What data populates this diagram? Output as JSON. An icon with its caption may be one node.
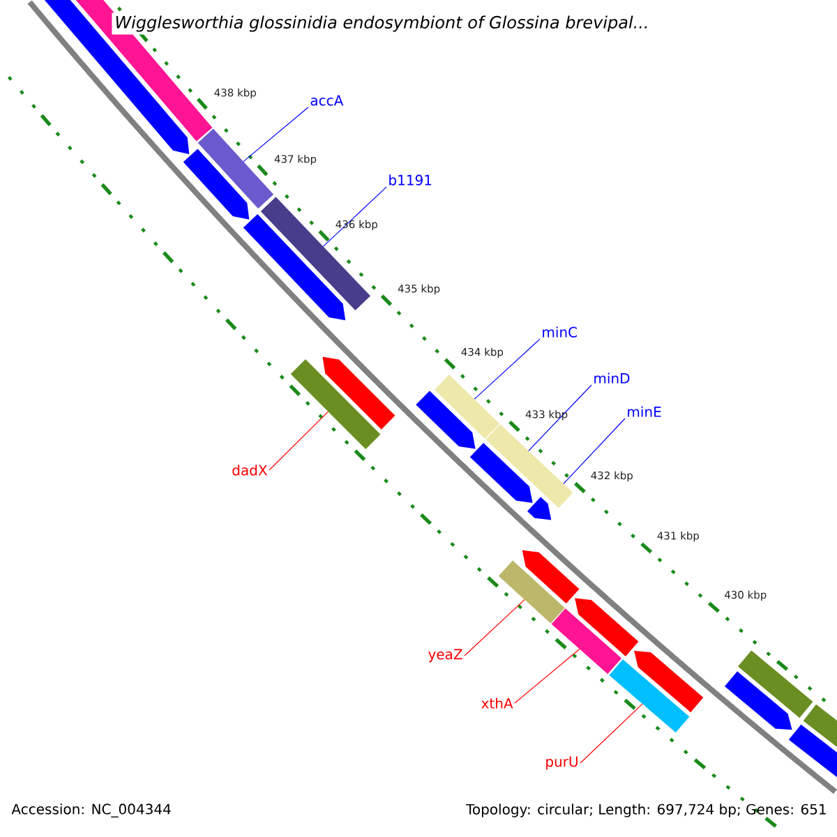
{
  "diagram": {
    "title": "Wigglesworthia glossinidia endosymbiont of Glossina brevipal...",
    "nodes": [
      {
        "text": [
          "accA"
        ]
      },
      {
        "text": [],
        "shape": "bar"
      },
      {
        "text": [
          "b1191"
        ]
      },
      {
        "text": [],
        "shape": "bar"
      },
      {
        "text": [
          "minC"
        ]
      },
      {
        "text": [],
        "shape": "bar"
      },
      {
        "text": [
          "minD"
        ]
      },
      {
        "text": [],
        "shape": "bar"
      },
      {
        "text": [
          "minE"
        ]
      },
      {
        "text": [
          "dadX"
        ]
      },
      {
        "text": [],
        "shape": "bar"
      },
      {
        "text": [
          "yeaZ"
        ]
      },
      {
        "text": [],
        "shape": "bar"
      },
      {
        "text": [
          "xthA"
        ]
      },
      {
        "text": [],
        "shape": "bar"
      },
      {
        "text": [
          "purU"
        ]
      },
      {
        "text": [],
        "shape": "bar"
      },
      {
        "text": [],
        "shape": "bar"
      },
      {
        "text": [],
        "shape": "bar"
      },
      {
        "text": [],
        "shape": "bar"
      }
    ],
    "edges": [
      {
        "from": 0,
        "to": 1,
        "arrow": "none"
      },
      {
        "from": 2,
        "to": 3,
        "arrow": "none"
      },
      {
        "from": 4,
        "to": 5,
        "arrow": "none"
      },
      {
        "from": 6,
        "to": 7,
        "arrow": "none"
      },
      {
        "from": 8,
        "to": 7,
        "arrow": "none"
      },
      {
        "from": 9,
        "to": 10,
        "arrow": "none",
        "color": "#ff0000"
      },
      {
        "from": 11,
        "to": 12,
        "arrow": "none",
        "color": "#ff0000"
      },
      {
        "from": 13,
        "to": 14,
        "arrow": "none",
        "color": "#ff0000"
      },
      {
        "from": 15,
        "to": 16,
        "arrow": "none",
        "color": "#ff0000"
      }
    ],
    "labels": [
      "438 kbp",
      "437 kbp",
      "436 kbp",
      "435 kbp",
      "434 kbp",
      "433 kbp",
      "432 kbp",
      "431 kbp",
      "430 kbp",
      "Accession: NC_004344",
      "Topology: circular; Length: 697,724 bp; Genes: 651"
    ]
  }
}
